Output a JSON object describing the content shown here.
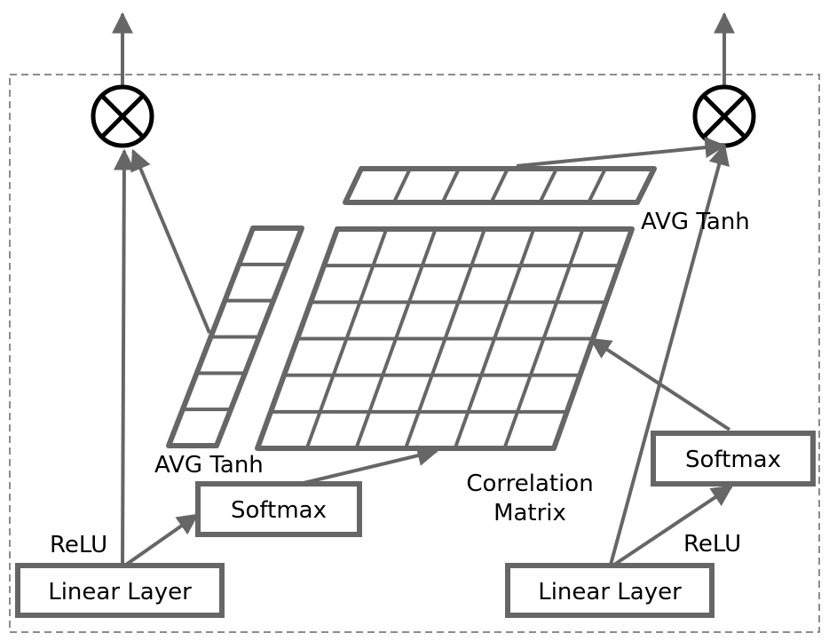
{
  "labels": {
    "left_linear": "Linear Layer",
    "right_linear": "Linear Layer",
    "left_softmax": "Softmax",
    "right_softmax": "Softmax",
    "left_relu": "ReLU",
    "right_relu": "ReLU",
    "left_avg": "AVG Tanh",
    "right_avg": "AVG Tanh",
    "matrix_line1": "Correlation",
    "matrix_line2": "Matrix"
  },
  "colors": {
    "stroke": "#666666",
    "dark": "#000000",
    "text": "#000000"
  },
  "structure": {
    "matrix_rows": 6,
    "matrix_cols": 6,
    "col_vector_cells": 6,
    "row_vector_cells": 6
  }
}
